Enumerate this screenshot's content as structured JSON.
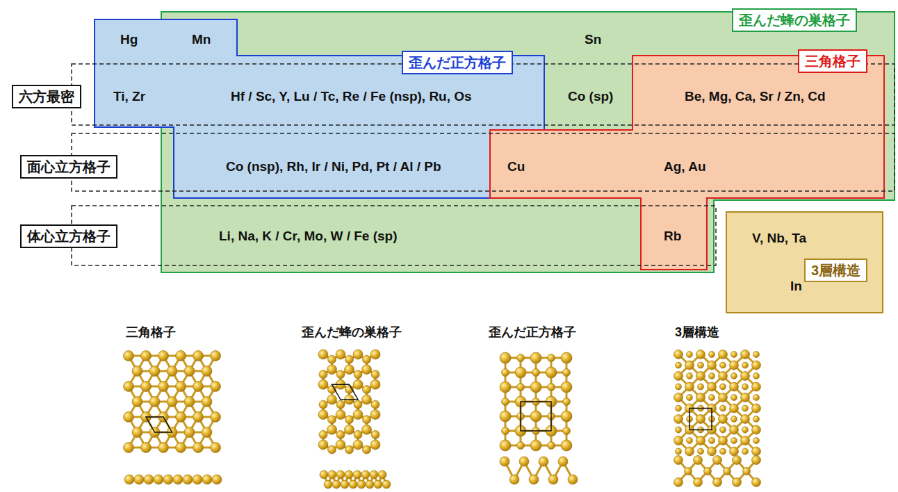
{
  "diagram": {
    "nodes": [
      {
        "text": [
          "歪んだ蜂の巣格子"
        ]
      },
      {
        "text": [
          "歪んだ正方格子"
        ]
      },
      {
        "text": [
          "三角格子"
        ]
      },
      {
        "text": [
          "3層構造"
        ]
      },
      {
        "text": [
          "六方最密"
        ]
      },
      {
        "text": [
          "面心立方格子"
        ]
      },
      {
        "text": [
          "体心立方格子"
        ]
      }
    ],
    "labels": [
      "Hg",
      "Mn",
      "Sn",
      "Ti, Zr",
      "Hf / Sc, Y, Lu / Tc, Re / Fe (nsp), Ru, Os",
      "Co (sp)",
      "Be, Mg, Ca, Sr / Zn, Cd",
      "Co (nsp), Rh, Ir / Ni, Pd, Pt / Al / Pb",
      "Cu",
      "Ag, Au",
      "Li, Na, K / Cr, Mo, W / Fe (sp)",
      "Rb",
      "V, Nb, Ta",
      "In",
      "三角格子",
      "歪んだ蜂の巣格子",
      "歪んだ正方格子",
      "3層構造"
    ]
  }
}
